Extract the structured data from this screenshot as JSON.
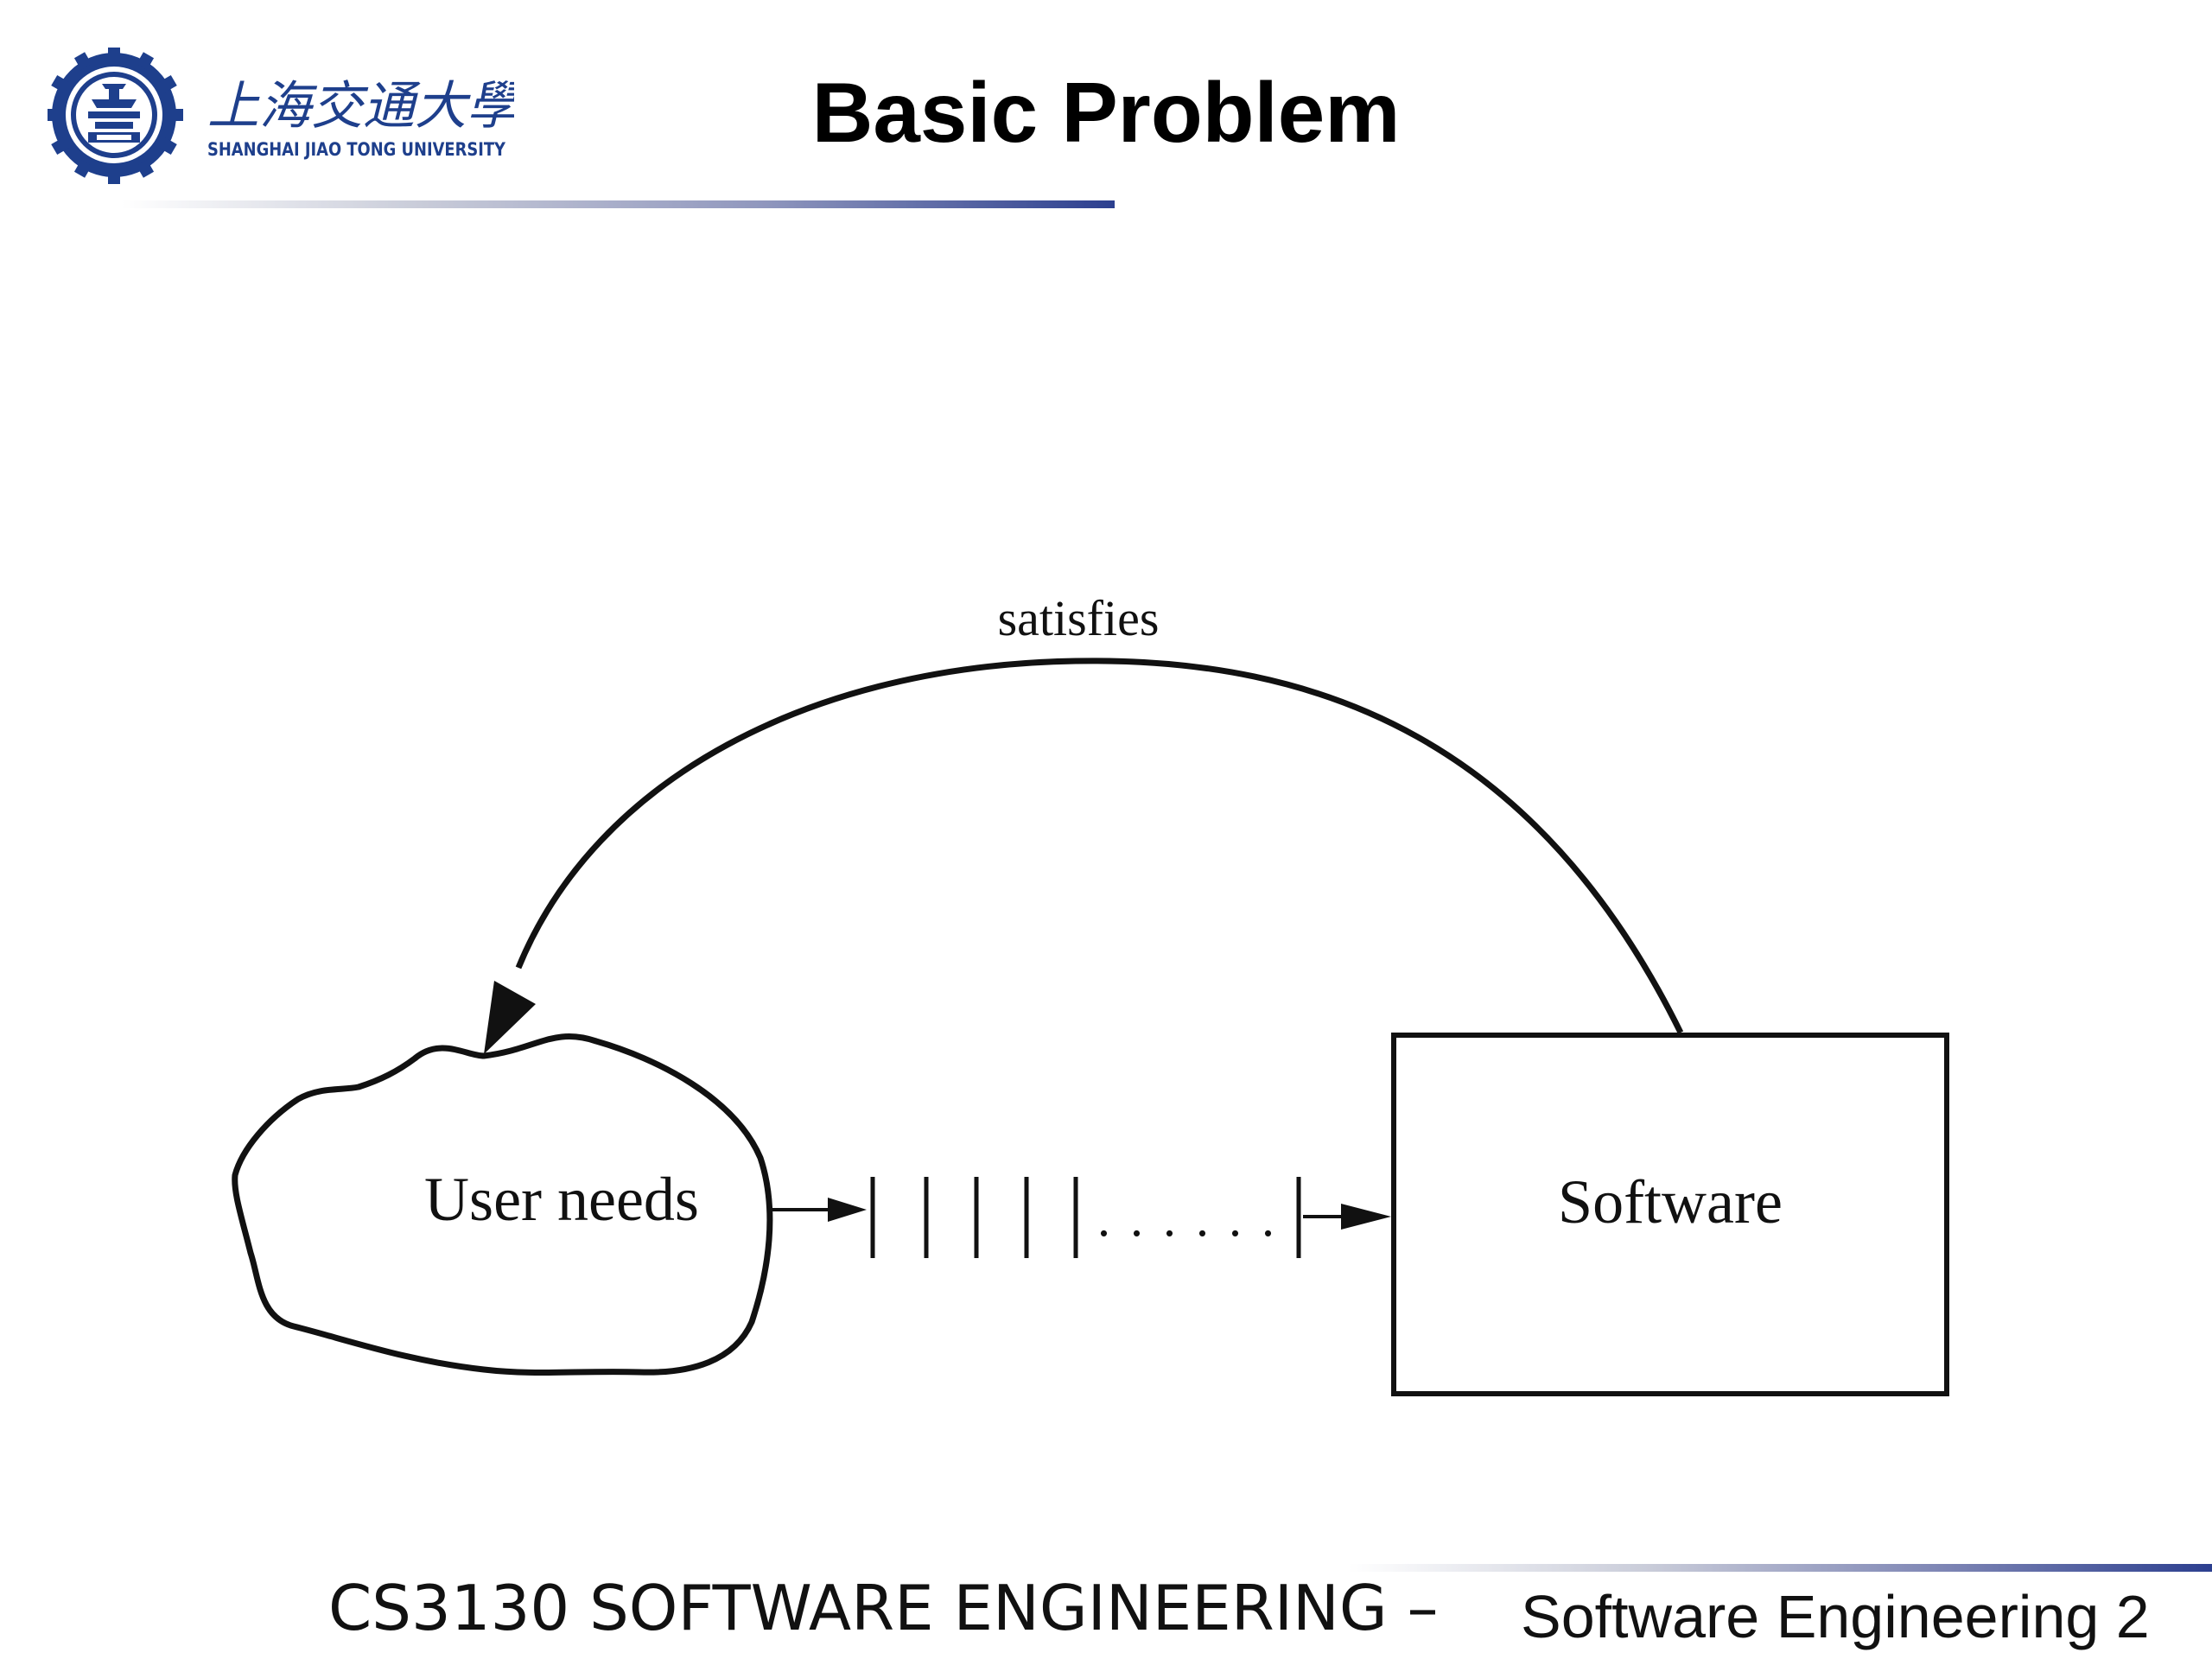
{
  "header": {
    "logo_name_cn": "上海交通大學",
    "logo_name_en": "SHANGHAI  JIAO TONG  UNIVERSITY",
    "title": "Basic Problem"
  },
  "diagram": {
    "arrow_label": "satisfies",
    "cloud_label": "User needs",
    "box_label": "Software",
    "dots": ". . . . . ."
  },
  "footer": {
    "course": "CS3130 SOFTWARE  ENGINEERING –",
    "topic": "Software Engineering 2"
  },
  "colors": {
    "accent": "#2c3f8f",
    "logo": "#1e3f8c"
  }
}
